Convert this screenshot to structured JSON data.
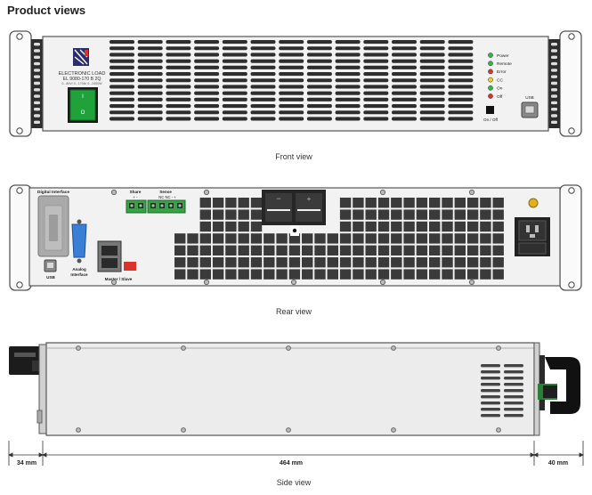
{
  "page": {
    "title": "Product views"
  },
  "front": {
    "caption": "Front view",
    "logo_lines": [
      "ELECTRONIC LOAD",
      "EL 9080-170 B 2Q",
      "0...80V/ 0...170A/ 0...2400W"
    ],
    "power_switch_on": "I",
    "power_switch_off": "O",
    "leds": [
      {
        "label": "Power",
        "color": "#2fb84a"
      },
      {
        "label": "Remote",
        "color": "#2fb84a"
      },
      {
        "label": "Error",
        "color": "#d8342c"
      },
      {
        "label": "CC",
        "color": "#f2d21b"
      },
      {
        "label": "On",
        "color": "#2fb84a"
      },
      {
        "label": "Off",
        "color": "#d8342c"
      }
    ],
    "usb_label": "USB",
    "onoff_label": "On / Off"
  },
  "rear": {
    "caption": "Rear view",
    "digital_interface_label": "Digital Interface",
    "usb_label": "USB",
    "analog_label_1": "Analog",
    "analog_label_2": "Interface",
    "share_label": "Share",
    "sense_label": "Sense",
    "share_signs": "+   -",
    "sense_signs": "NC  NC  -  +",
    "master_slave_label": "Master / Slave",
    "terminal_minus": "−",
    "terminal_plus": "+"
  },
  "side": {
    "caption": "Side view",
    "dim_left": "34 mm",
    "dim_middle": "464 mm",
    "dim_right": "40 mm"
  },
  "colors": {
    "panel": "#f2f2f2",
    "slot": "#2e2e2e",
    "switch_green": "#1fa23a",
    "rear_grid": "#3a3a3a",
    "analog_blue": "#3a7fd6",
    "terminal_green": "#3aa14a",
    "ms_red": "#d8342c",
    "gnd_yellow": "#e0b020"
  }
}
